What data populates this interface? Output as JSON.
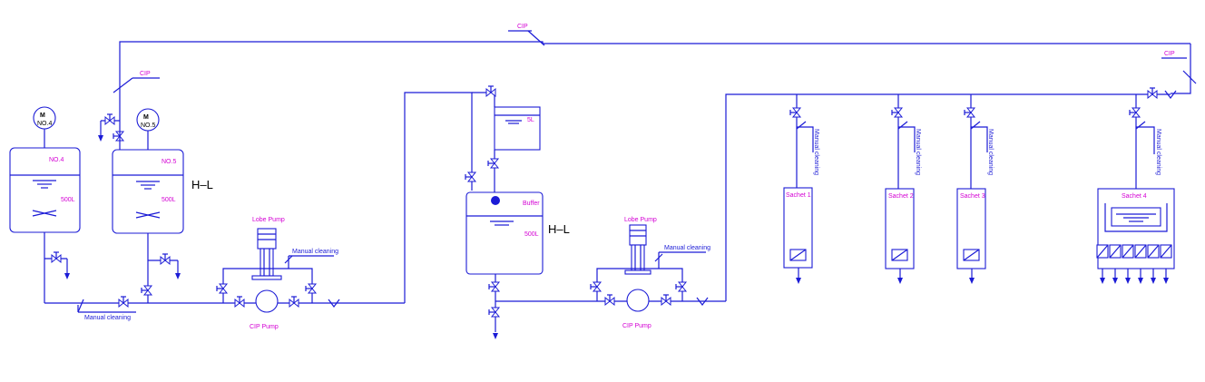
{
  "labels": {
    "cip_top": "CIP",
    "cip_left": "CIP",
    "cip_right": "CIP",
    "motor_m": "M",
    "motor_no4": "NO.4",
    "motor_no5": "NO.5",
    "tank4_name": "NO.4",
    "tank4_vol": "500L",
    "tank5_name": "NO.5",
    "tank5_vol": "500L",
    "hl_1": "H–L",
    "hl_2": "H–L",
    "lobe_pump_1": "Lobe Pump",
    "lobe_pump_2": "Lobe Pump",
    "manual_cleaning_1": "Manual cleaning",
    "manual_cleaning_2": "Manual cleaning",
    "manual_cleaning_bottom": "Manual cleaning",
    "manual_cleaning_v1": "Manual cleaning",
    "manual_cleaning_v2": "Manual cleaning",
    "manual_cleaning_v3": "Manual cleaning",
    "manual_cleaning_v4": "Manual cleaning",
    "cip_pump_1": "CIP Pump",
    "cip_pump_2": "CIP Pump",
    "buffer_name": "Buffer",
    "buffer_vol": "500L",
    "small_tank": "5L",
    "sachet_1": "Sachet 1",
    "sachet_2": "Sachet 2",
    "sachet_3": "Sachet 3",
    "sachet_4": "Sachet 4"
  },
  "colors": {
    "pipe": "#1b1bd6",
    "label": "#d400d4",
    "text": "#000000"
  }
}
